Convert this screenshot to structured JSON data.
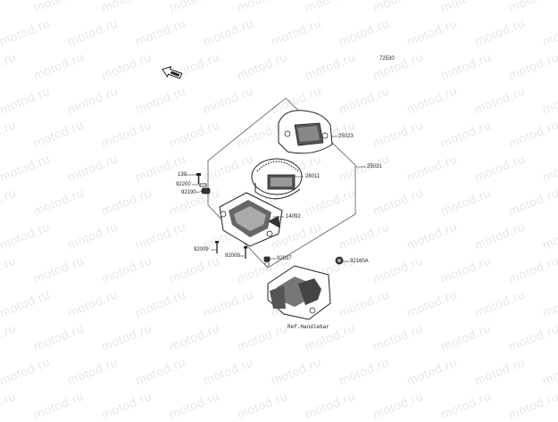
{
  "watermark": "motod.ru",
  "drawing_code": "72530",
  "parts": {
    "p25023": "25023",
    "p25031": "25031",
    "p28011": "28011",
    "p14092": "14092",
    "p130": "130",
    "p92200": "92200",
    "p92190": "92190",
    "p92009a": "92009",
    "p92009b": "92009",
    "p92037": "92037",
    "p92160a": "92160A"
  },
  "ref_label": "Ref.Handlebar",
  "colors": {
    "line": "#333333",
    "watermark": "#e8e8e8",
    "background": "#ffffff"
  }
}
